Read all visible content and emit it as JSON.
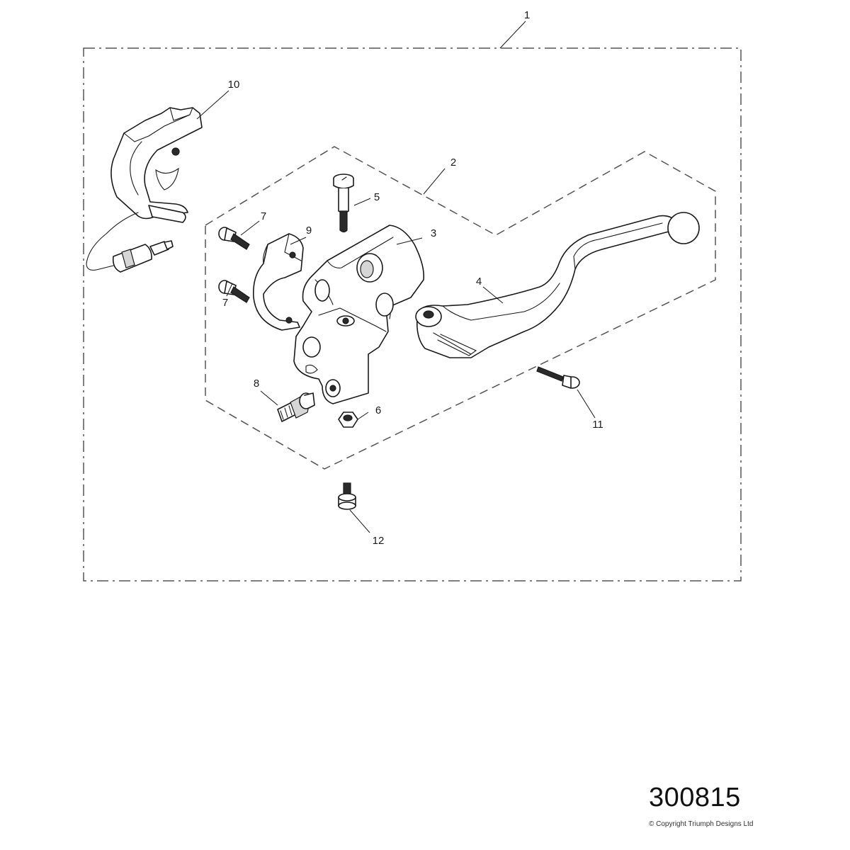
{
  "diagram": {
    "callouts": {
      "c1": "1",
      "c2": "2",
      "c3": "3",
      "c4": "4",
      "c5": "5",
      "c6": "6",
      "c7a": "7",
      "c7b": "7",
      "c8": "8",
      "c9": "9",
      "c10": "10",
      "c11": "11",
      "c12": "12"
    },
    "diagram_number": "300815",
    "copyright": "© Copyright Triumph Designs Ltd"
  }
}
